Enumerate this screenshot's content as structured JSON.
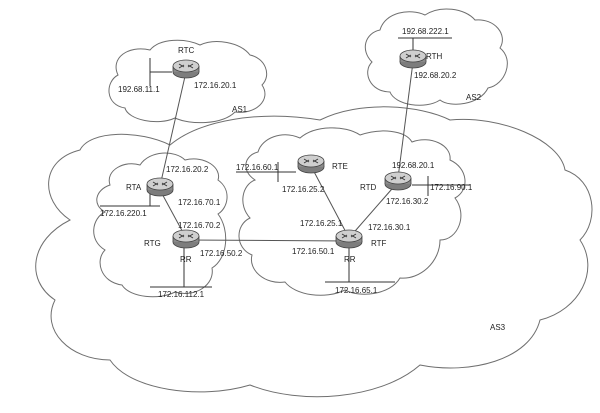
{
  "colors": {
    "line": "#555555",
    "cloud_stroke": "#6f6f6f",
    "router_body": "#8a8a8a",
    "router_top": "#c8c8c8",
    "text": "#1e1e1e"
  },
  "as_labels": {
    "as1": "AS1",
    "as2": "AS2",
    "as3": "AS3"
  },
  "routers": {
    "rtc": "RTC",
    "rth": "RTH",
    "rte": "RTE",
    "rta": "RTA",
    "rtd": "RTD",
    "rtg": "RTG",
    "rtf": "RTF"
  },
  "rr_labels": {
    "rtg": "RR",
    "rtf": "RR"
  },
  "addresses": {
    "rtc_lan": "192.68.11.1",
    "rtc_wan": "172.16.20.1",
    "rth_top": "192.68.222.1",
    "rth_wan": "192.68.20.2",
    "rta_up": "172.16.20.2",
    "rta_down": "172.16.70.1",
    "rta_lan": "172.16.220.1",
    "rtg_up": "172.16.70.2",
    "rtg_right": "172.16.50.2",
    "rtg_lan": "172.16.112.1",
    "rte_lan": "172.16.60.1",
    "rte_down": "172.16.25.2",
    "rtd_up": "192.68.20.1",
    "rtd_lan": "172.16.90.1",
    "rtd_down": "172.16.30.2",
    "rtf_up_left": "172.16.25.1",
    "rtf_up_right": "172.16.30.1",
    "rtf_left": "172.16.50.1",
    "rtf_lan": "172.16.65.1"
  }
}
